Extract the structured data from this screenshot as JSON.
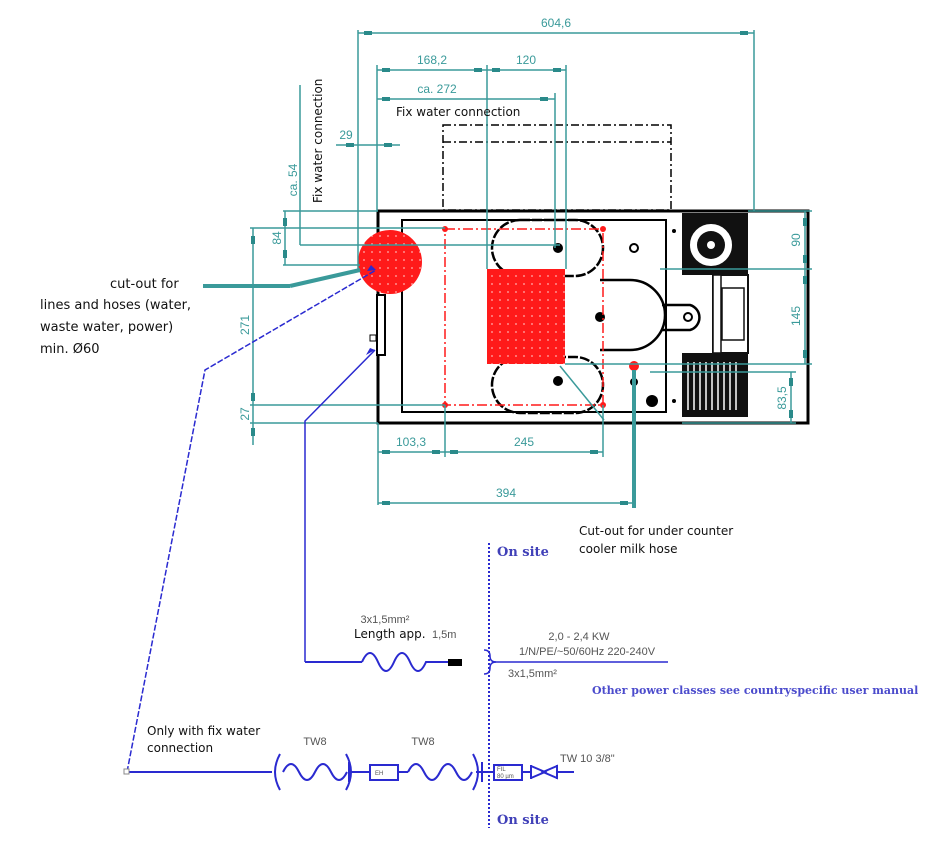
{
  "dimensions": {
    "overall_width": "604,6",
    "d_168_2": "168,2",
    "d_120": "120",
    "d_ca_272": "ca. 272",
    "d_29": "29",
    "d_ca_54": "ca. 54",
    "d_84": "84",
    "d_271": "271",
    "d_27": "27",
    "d_90": "90",
    "d_145": "145",
    "d_83_5": "83,5",
    "d_103_3": "103,3",
    "d_245": "245",
    "d_394": "394"
  },
  "labels": {
    "fix_water_top": "Fix water connection",
    "fix_water_vertical": "Fix water connection",
    "cutout_lines": [
      "cut-out for",
      "lines and hoses (water,",
      "waste water, power)",
      "min. Ø60"
    ],
    "cutout_milk": [
      "Cut-out for under counter",
      "cooler milk hose"
    ],
    "only_fix_water": [
      "Only with fix water",
      "connection"
    ]
  },
  "power": {
    "cable_spec": "3x1,5mm²",
    "length_label": "Length app.",
    "length_value": "1,5m",
    "rating": "2,0 - 2,4 KW",
    "supply": "1/N/PE/~50/60Hz 220-240V",
    "site_cable": "3x1,5mm²",
    "note": "Other power classes see countryspecific user manual"
  },
  "water": {
    "hose1": "TW8",
    "hose2": "TW8",
    "valve_box": "EH",
    "filter_box": [
      "FIL",
      "80 µm"
    ],
    "inlet": "TW 10 3/8\""
  },
  "on_site": {
    "top": "On site",
    "bottom": "On site"
  },
  "colors": {
    "dimension": "#3a9a9a",
    "cutout": "#ff1a1a",
    "schematic": "#2a2ad0",
    "outline": "#000000"
  }
}
